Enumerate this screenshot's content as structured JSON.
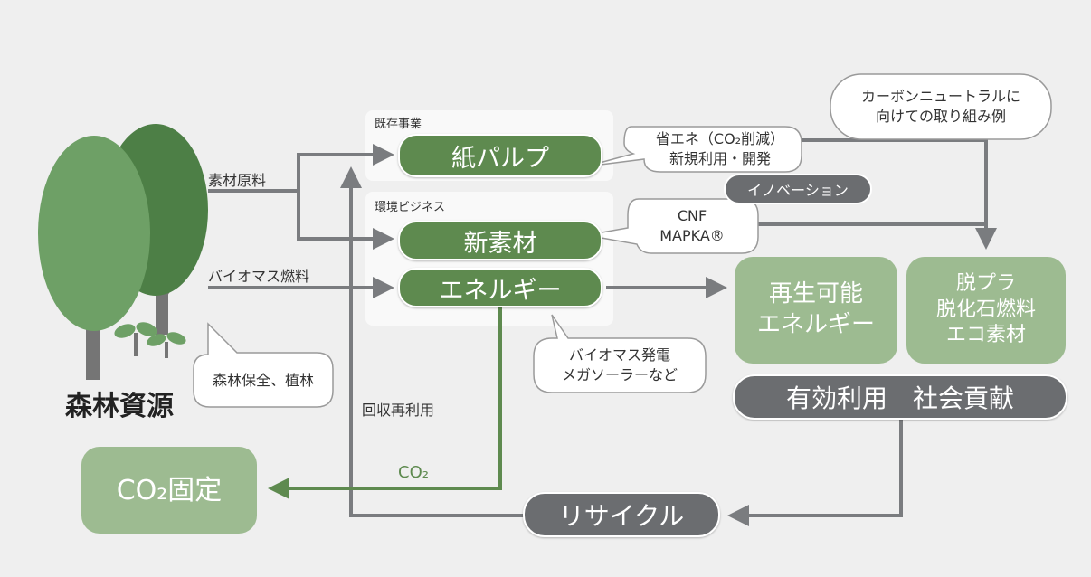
{
  "colors": {
    "background": "#efefef",
    "dark_green": "#5e8a4f",
    "tree_light": "#6ea066",
    "tree_dark": "#4d7f46",
    "light_green_box": "#9dbb91",
    "gray_pill": "#6b6d70",
    "arrow_gray": "#7a7c7f"
  },
  "callout_top_right": {
    "line1": "カーボンニュートラルに",
    "line2": "向けての取り組み例"
  },
  "forest": {
    "label": "森林資源",
    "bubble": "森林保全、植林"
  },
  "inputs": {
    "material": "素材原料",
    "biomass": "バイオマス燃料"
  },
  "sections": {
    "existing": "既存事業",
    "environment": "環境ビジネス"
  },
  "pills": {
    "pulp": "紙パルプ",
    "new_material": "新素材",
    "energy": "エネルギー"
  },
  "bubbles": {
    "pulp_line1": "省エネ（CO₂削減）",
    "pulp_line2": "新規利用・開発",
    "material_line1": "CNF",
    "material_line2": "MAPKA®",
    "innovation": "イノベーション",
    "energy_line1": "バイオマス発電",
    "energy_line2": "メガソーラーなど"
  },
  "outcomes": {
    "renewable_line1": "再生可能",
    "renewable_line2": "エネルギー",
    "deplastic_line1": "脱プラ",
    "deplastic_line2": "脱化石燃料",
    "deplastic_line3": "エコ素材",
    "contribution": "有効利用　社会貢献"
  },
  "recycle": {
    "label": "リサイクル",
    "reuse": "回収再利用"
  },
  "co2": {
    "fixed": "CO₂固定",
    "arrow_label": "CO₂"
  }
}
